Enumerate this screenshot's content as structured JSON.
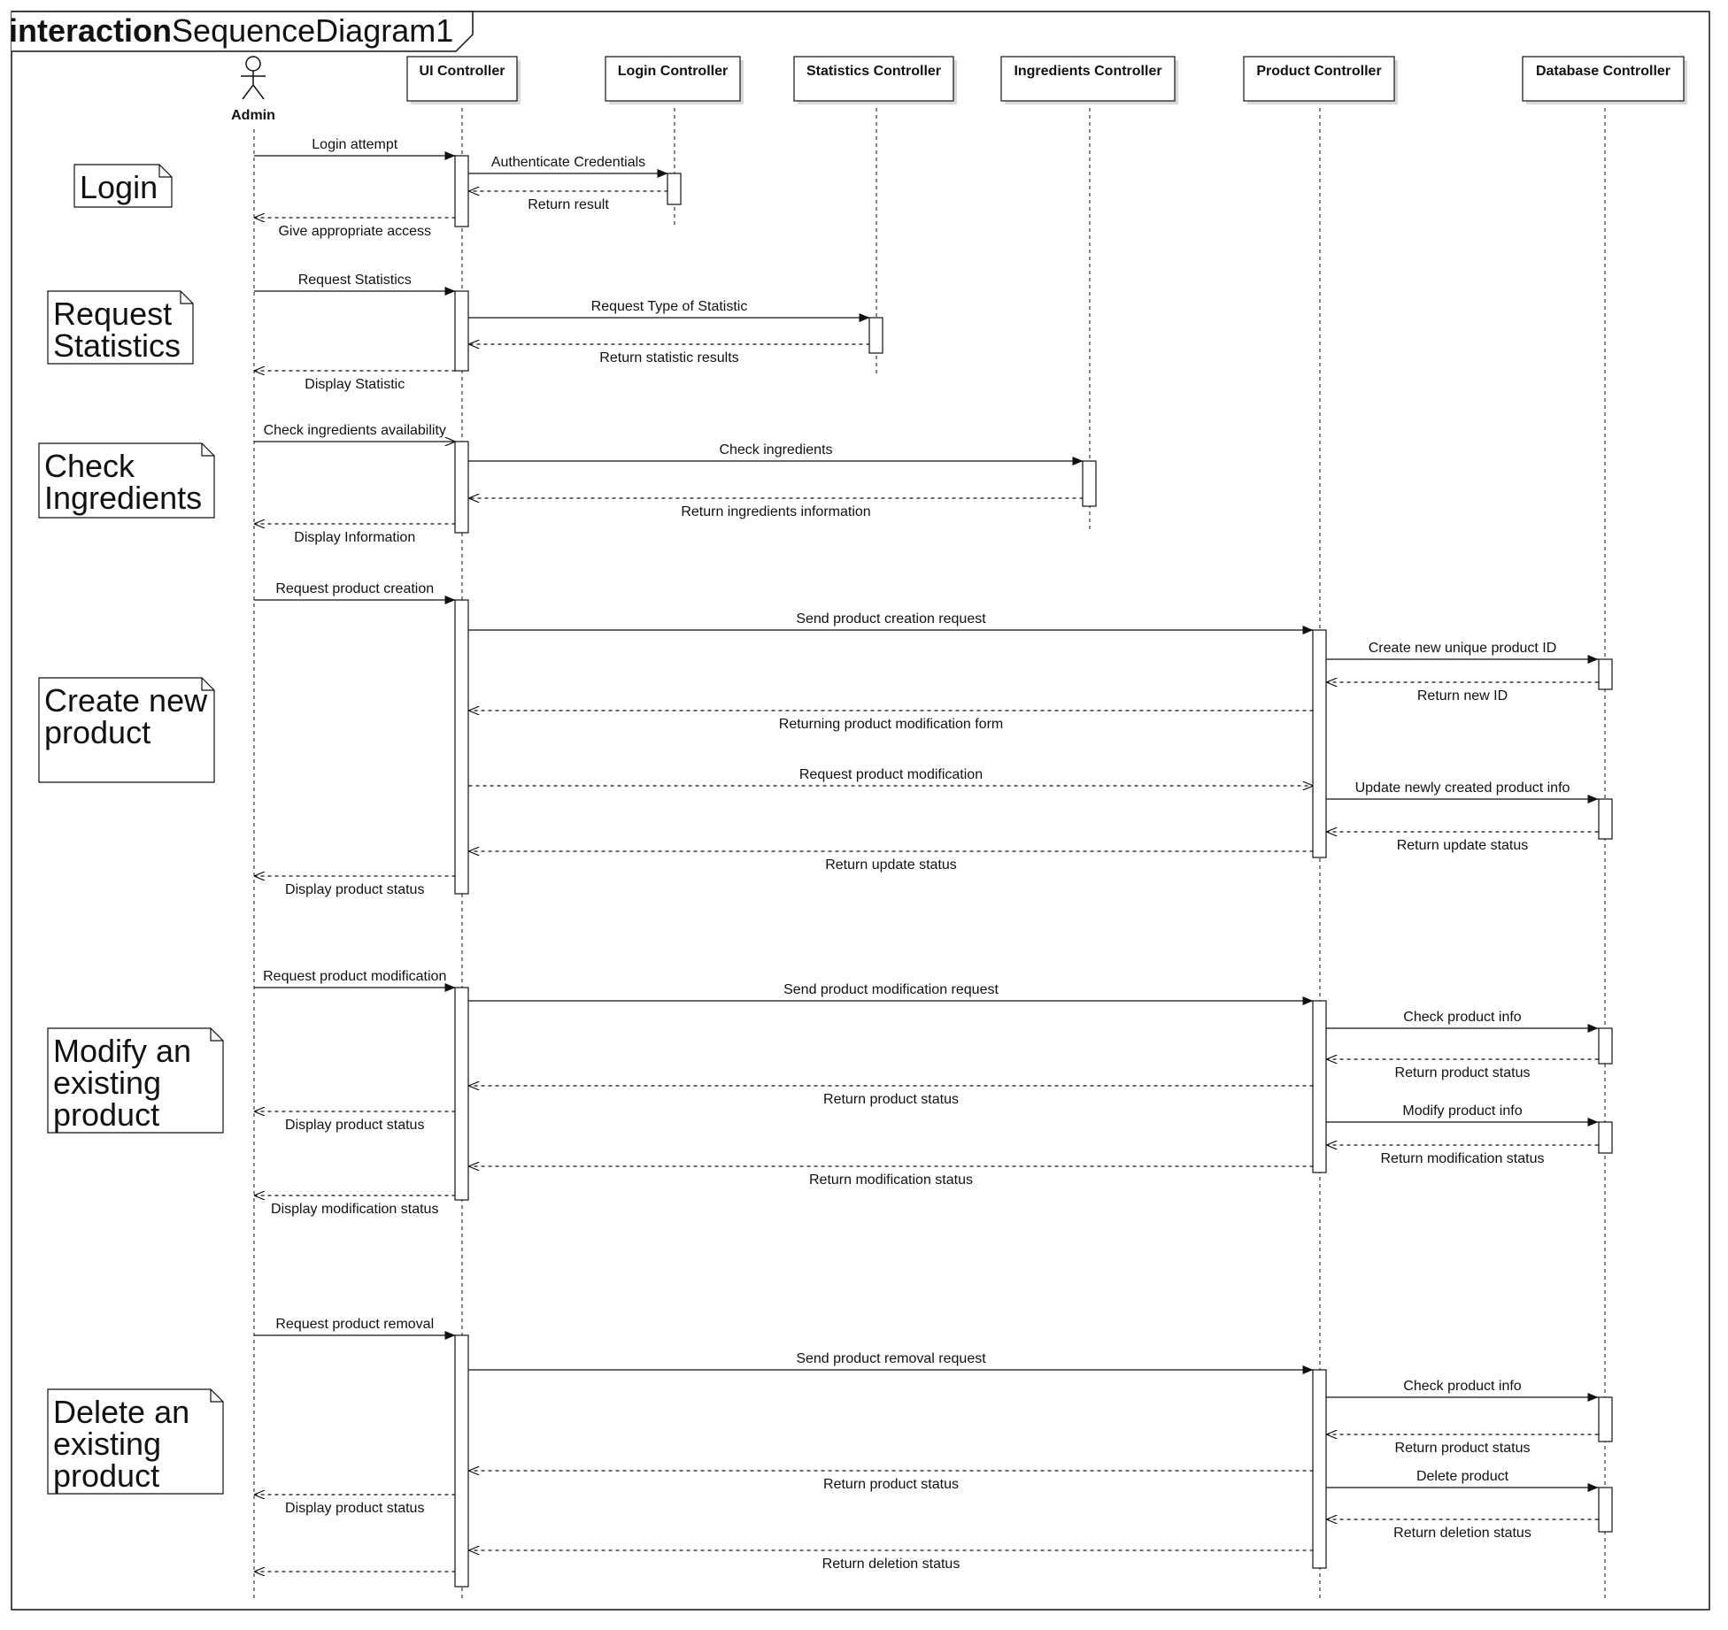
{
  "frame": {
    "title_bold": "interaction",
    "title_rest": "SequenceDiagram1"
  },
  "colors": {
    "line": "#111111",
    "background": "#ffffff",
    "shadow": "#d9d9d9"
  },
  "actor": {
    "label": "Admin",
    "icon": "stick-figure-actor-icon"
  },
  "lifelines": [
    {
      "id": "ui",
      "label": "UI Controller"
    },
    {
      "id": "login",
      "label": "Login Controller"
    },
    {
      "id": "stats",
      "label": "Statistics Controller"
    },
    {
      "id": "ingredients",
      "label": "Ingredients Controller"
    },
    {
      "id": "product",
      "label": "Product Controller"
    },
    {
      "id": "db",
      "label": "Database Controller"
    }
  ],
  "sections": [
    {
      "note": [
        "Login"
      ],
      "messages": [
        {
          "from": "admin",
          "to": "ui",
          "label": "Login attempt",
          "style": "sync"
        },
        {
          "from": "ui",
          "to": "login",
          "label": "Authenticate Credentials",
          "style": "sync"
        },
        {
          "from": "login",
          "to": "ui",
          "label": "Return result",
          "style": "reply"
        },
        {
          "from": "ui",
          "to": "admin",
          "label": "Give appropriate access",
          "style": "reply"
        }
      ]
    },
    {
      "note": [
        "Request",
        "Statistics"
      ],
      "messages": [
        {
          "from": "admin",
          "to": "ui",
          "label": "Request Statistics",
          "style": "sync"
        },
        {
          "from": "ui",
          "to": "stats",
          "label": "Request Type of Statistic",
          "style": "sync"
        },
        {
          "from": "stats",
          "to": "ui",
          "label": "Return statistic results",
          "style": "reply"
        },
        {
          "from": "ui",
          "to": "admin",
          "label": "Display Statistic",
          "style": "reply"
        }
      ]
    },
    {
      "note": [
        "Check",
        "Ingredients"
      ],
      "messages": [
        {
          "from": "admin",
          "to": "ui",
          "label": "Check ingredients availability",
          "style": "async"
        },
        {
          "from": "ui",
          "to": "ingredients",
          "label": "Check ingredients",
          "style": "sync"
        },
        {
          "from": "ingredients",
          "to": "ui",
          "label": "Return ingredients information",
          "style": "reply"
        },
        {
          "from": "ui",
          "to": "admin",
          "label": "Display Information",
          "style": "reply"
        }
      ]
    },
    {
      "note": [
        "Create new",
        "product"
      ],
      "messages": [
        {
          "from": "admin",
          "to": "ui",
          "label": "Request product creation",
          "style": "sync"
        },
        {
          "from": "ui",
          "to": "product",
          "label": "Send product creation request",
          "style": "sync"
        },
        {
          "from": "product",
          "to": "db",
          "label": "Create new unique product ID",
          "style": "sync"
        },
        {
          "from": "db",
          "to": "product",
          "label": "Return new ID",
          "style": "reply"
        },
        {
          "from": "product",
          "to": "ui",
          "label": "Returning product modification form",
          "style": "reply"
        },
        {
          "from": "ui",
          "to": "product",
          "label": "Request product modification",
          "style": "reply"
        },
        {
          "from": "product",
          "to": "db",
          "label": "Update newly created product info",
          "style": "sync"
        },
        {
          "from": "db",
          "to": "product",
          "label": "Return update status",
          "style": "reply"
        },
        {
          "from": "product",
          "to": "ui",
          "label": "Return update status",
          "style": "reply"
        },
        {
          "from": "ui",
          "to": "admin",
          "label": "Display product status",
          "style": "reply"
        }
      ]
    },
    {
      "note": [
        "Modify an",
        "existing",
        "product"
      ],
      "messages": [
        {
          "from": "admin",
          "to": "ui",
          "label": "Request product modification",
          "style": "sync"
        },
        {
          "from": "ui",
          "to": "product",
          "label": "Send product modification request",
          "style": "sync"
        },
        {
          "from": "product",
          "to": "db",
          "label": "Check product info",
          "style": "sync"
        },
        {
          "from": "db",
          "to": "product",
          "label": "Return product status",
          "style": "reply"
        },
        {
          "from": "product",
          "to": "ui",
          "label": "Return product status",
          "style": "reply"
        },
        {
          "from": "ui",
          "to": "admin",
          "label": "Display product status",
          "style": "reply"
        },
        {
          "from": "product",
          "to": "db",
          "label": "Modify product info",
          "style": "sync"
        },
        {
          "from": "db",
          "to": "product",
          "label": "Return modification status",
          "style": "reply"
        },
        {
          "from": "product",
          "to": "ui",
          "label": "Return modification status",
          "style": "reply"
        },
        {
          "from": "ui",
          "to": "admin",
          "label": "Display modification status",
          "style": "reply"
        }
      ]
    },
    {
      "note": [
        "Delete an",
        "existing",
        "product"
      ],
      "messages": [
        {
          "from": "admin",
          "to": "ui",
          "label": "Request product removal",
          "style": "sync"
        },
        {
          "from": "ui",
          "to": "product",
          "label": "Send product removal request",
          "style": "sync"
        },
        {
          "from": "product",
          "to": "db",
          "label": "Check product info",
          "style": "sync"
        },
        {
          "from": "db",
          "to": "product",
          "label": "Return product status",
          "style": "reply"
        },
        {
          "from": "product",
          "to": "ui",
          "label": "Return product status",
          "style": "reply"
        },
        {
          "from": "ui",
          "to": "admin",
          "label": "Display product status",
          "style": "reply"
        },
        {
          "from": "product",
          "to": "db",
          "label": "Delete product",
          "style": "sync"
        },
        {
          "from": "db",
          "to": "product",
          "label": "Return deletion status",
          "style": "reply"
        },
        {
          "from": "product",
          "to": "ui",
          "label": "Return deletion status",
          "style": "reply"
        },
        {
          "from": "ui",
          "to": "admin",
          "label": "",
          "style": "reply"
        }
      ]
    }
  ]
}
